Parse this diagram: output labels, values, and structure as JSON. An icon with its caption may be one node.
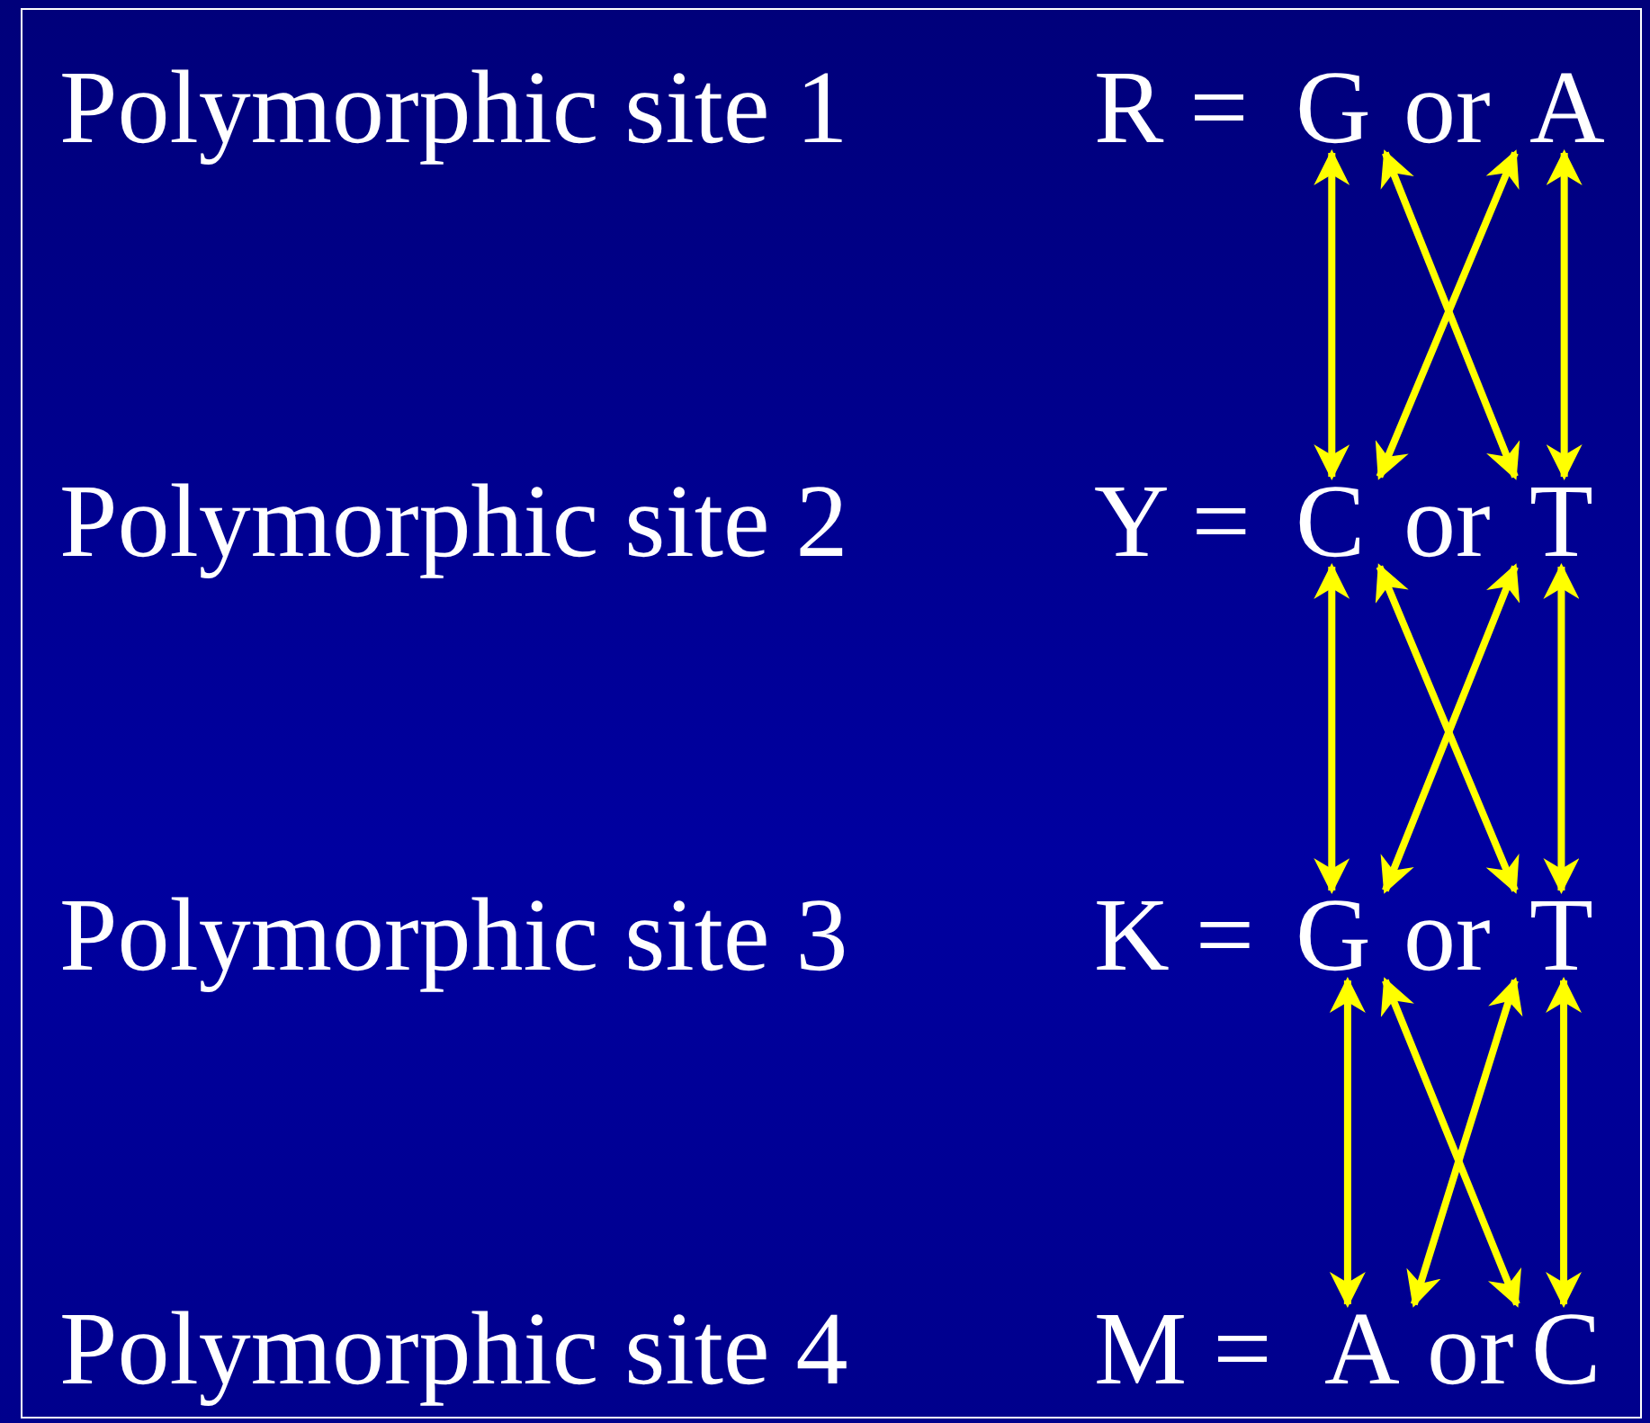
{
  "diagram": {
    "nodes": [
      {
        "text": [
          "G"
        ]
      },
      {
        "text": [
          "A"
        ]
      },
      {
        "text": [
          "C"
        ]
      },
      {
        "text": [
          "T"
        ]
      },
      {
        "text": [
          "G"
        ]
      },
      {
        "text": [
          "T"
        ]
      },
      {
        "text": [
          "A"
        ]
      },
      {
        "text": [
          "C"
        ]
      }
    ],
    "edges": [
      {
        "from": 0,
        "to": 2,
        "arrow": "both"
      },
      {
        "from": 0,
        "to": 3,
        "arrow": "both"
      },
      {
        "from": 1,
        "to": 2,
        "arrow": "both"
      },
      {
        "from": 1,
        "to": 3,
        "arrow": "both"
      },
      {
        "from": 2,
        "to": 4,
        "arrow": "both"
      },
      {
        "from": 2,
        "to": 5,
        "arrow": "both"
      },
      {
        "from": 3,
        "to": 4,
        "arrow": "both"
      },
      {
        "from": 3,
        "to": 5,
        "arrow": "both"
      },
      {
        "from": 4,
        "to": 6,
        "arrow": "both"
      },
      {
        "from": 4,
        "to": 7,
        "arrow": "both"
      },
      {
        "from": 5,
        "to": 6,
        "arrow": "both"
      },
      {
        "from": 5,
        "to": 7,
        "arrow": "both"
      }
    ],
    "labels": [
      "Polymorphic site 1",
      "R =",
      "or",
      "Polymorphic site 2",
      "Y =",
      "or",
      "Polymorphic site 3",
      "K =",
      "or",
      "Polymorphic site 4",
      "M =",
      "or"
    ]
  }
}
